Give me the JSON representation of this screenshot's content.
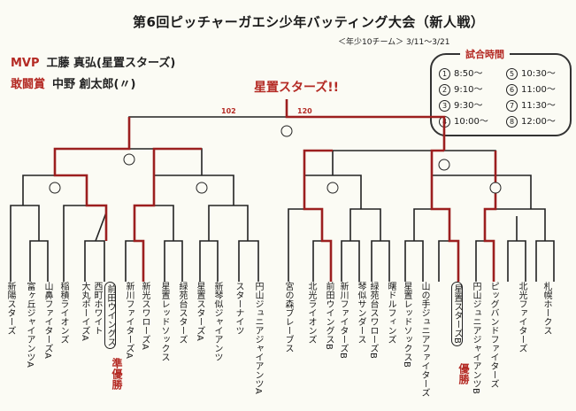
{
  "title": "第6回ピッチャーガエシ少年バッティング大会（新人戦）",
  "subtitle": "＜年少10チーム＞ 3/11〜3/21",
  "awards": [
    {
      "label": "MVP",
      "name": "工藤 真弘(星置スターズ)"
    },
    {
      "label": "敢闘賞",
      "name": "中野 創太郎(〃)"
    }
  ],
  "champion_banner": "星置スターズ!!",
  "final_scores": {
    "left": "102",
    "right": "120"
  },
  "schedule": {
    "title": "試合時間",
    "slots": [
      {
        "game": "1",
        "time": "8:50〜"
      },
      {
        "game": "2",
        "time": "9:10〜"
      },
      {
        "game": "3",
        "time": "9:30〜"
      },
      {
        "game": "4",
        "time": "10:00〜"
      },
      {
        "game": "5",
        "time": "10:30〜"
      },
      {
        "game": "6",
        "time": "11:00〜"
      },
      {
        "game": "7",
        "time": "11:30〜"
      },
      {
        "game": "8",
        "time": "12:00〜"
      }
    ]
  },
  "teams": [
    "新陽スターズ",
    "富ヶ丘ジャイアンツA",
    "山鼻ファイターズA",
    "稲積ライオンズ",
    "大丸ボーイズA",
    "西町ホワイト",
    "前田ウイングス",
    "新川ファイターズA",
    "新光スワローズA",
    "星置レッドソックス",
    "緑苑台スターズ",
    "星置スターズA",
    "新琴似ジャイアンツ",
    "スターナイツ",
    "円山ジュニアジャイアンツA",
    "宮の森ブレーブス",
    "北光ライオンズ",
    "前田ウイングスB",
    "新川ファイターズB",
    "琴似サンダース",
    "緑苑台スワローズB",
    "曙ドルフィンズ",
    "星置レッドソックスB",
    "山の手ジュニアファイターズ",
    "星置スターズB",
    "円山ジュニアジャイアンツB",
    "ピッグバンドファイターズ",
    "北光ファイターズ",
    "札幌ホークス"
  ],
  "annotations": {
    "left_winner": "準優勝",
    "right_winner": "優勝"
  }
}
